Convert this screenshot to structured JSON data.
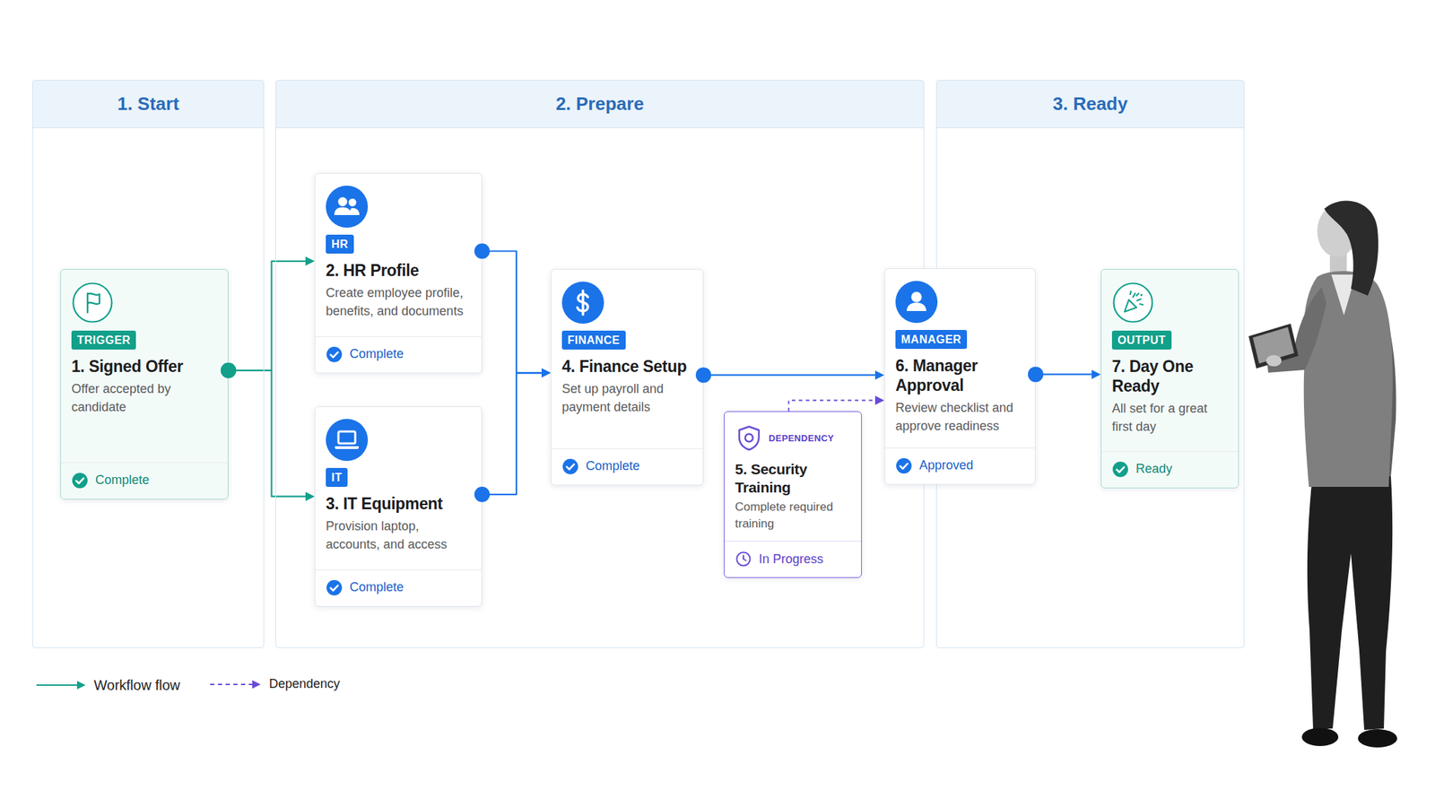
{
  "diagram": {
    "nodes": [
      {
        "text": [
          "1. Start"
        ]
      },
      {
        "text": [
          "TRIGGER",
          "1. Signed Offer",
          "Offer accepted by candidate",
          "Complete"
        ],
        "in": 0
      },
      {
        "text": [
          "2. Prepare"
        ]
      },
      {
        "text": [
          "HR",
          "2. HR Profile",
          "Create employee profile, benefits, and documents",
          "Complete"
        ],
        "in": 2
      },
      {
        "text": [
          "IT",
          "3. IT Equipment",
          "Provision laptop, accounts, and access",
          "Complete"
        ],
        "in": 2
      },
      {
        "text": [
          "FINANCE",
          "4. Finance Setup",
          "Set up payroll and payment details",
          "Complete"
        ],
        "in": 2
      },
      {
        "text": [
          "DEPENDENCY",
          "5. Security Training",
          "Complete required training",
          "In Progress"
        ],
        "in": 2
      },
      {
        "text": [
          "3. Ready"
        ]
      },
      {
        "text": [
          "MANAGER",
          "6. Manager Approval",
          "Review checklist and approve readiness",
          "Approved"
        ]
      },
      {
        "text": [
          "OUTPUT",
          "7. Day One Ready",
          "All set for a great first day",
          "Ready"
        ],
        "in": 7
      }
    ],
    "edges": [
      {
        "from": 1,
        "to": 3,
        "arrow": "to"
      },
      {
        "from": 1,
        "to": 4,
        "arrow": "to"
      },
      {
        "from": 3,
        "to": 5,
        "arrow": "to"
      },
      {
        "from": 4,
        "to": 5,
        "arrow": "to"
      },
      {
        "from": 5,
        "to": 8,
        "arrow": "to"
      },
      {
        "from": 6,
        "to": 8,
        "arrow": "to"
      },
      {
        "from": 8,
        "to": 9,
        "arrow": "to"
      }
    ],
    "legend": [
      {
        "text": "Workflow flow"
      },
      {
        "text": "Dependency"
      }
    ]
  }
}
